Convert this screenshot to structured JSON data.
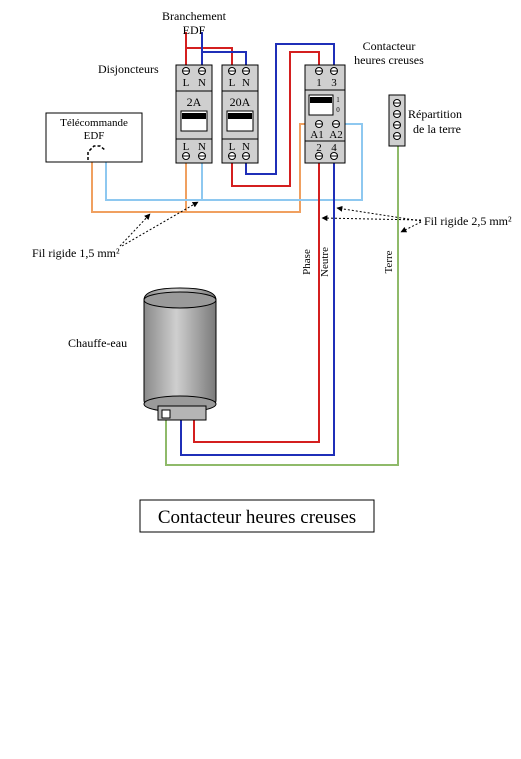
{
  "labels": {
    "branchement_line1": "Branchement",
    "branchement_line2": "EDF",
    "disjoncteurs": "Disjoncteurs",
    "contacteur_line1": "Contacteur",
    "contacteur_line2": "heures creuses",
    "repartition_line1": "Répartition",
    "repartition_line2": "de la terre",
    "telecommande_line1": "Télécommande",
    "telecommande_line2": "EDF",
    "fil_15": "Fil rigide 1,5 mm²",
    "fil_25": "Fil rigide 2,5 mm²",
    "phase": "Phase",
    "neutre": "Neutre",
    "terre": "Terre",
    "chauffe_eau": "Chauffe-eau",
    "caption": "Contacteur heures creuses"
  },
  "breaker_2a": {
    "top_l": "L",
    "top_n": "N",
    "rating": "2A",
    "bottom_l": "L",
    "bottom_n": "N"
  },
  "breaker_20a": {
    "top_l": "L",
    "top_n": "N",
    "rating": "20A",
    "bottom_l": "L",
    "bottom_n": "N"
  },
  "contactor": {
    "t1": "1",
    "t3": "3",
    "sw_1": "1",
    "sw_0": "0",
    "a1": "A1",
    "a2": "A2",
    "t2": "2",
    "t4": "4"
  },
  "colors": {
    "phase": "#d41f1f",
    "neutre": "#1f2fb8",
    "terre": "#8fba6a",
    "commande": "#f0a060",
    "commande_neutre": "#8ec8f0"
  }
}
